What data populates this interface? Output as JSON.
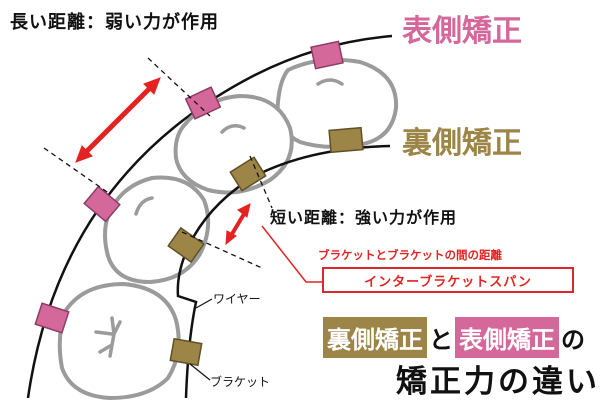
{
  "colors": {
    "front": "#d4689a",
    "back": "#9c8546",
    "arrow": "#e52222",
    "tooth_outline": "#9b9b9b",
    "ink": "#111111"
  },
  "labels": {
    "long_distance": "長い距離：弱い力が作用",
    "short_distance": "短い距離：強い力が作用",
    "front_title": "表側矯正",
    "back_title": "裏側矯正",
    "distance_caption": "ブラケットとブラケットの間の距離",
    "span_label": "インターブラケットスパン",
    "wire": "ワイヤー",
    "bracket": "ブラケット"
  },
  "bottom": {
    "back": "裏側矯正",
    "connector": "と",
    "front": "表側矯正",
    "suffix": "の",
    "line2": "矯正力の違い"
  }
}
